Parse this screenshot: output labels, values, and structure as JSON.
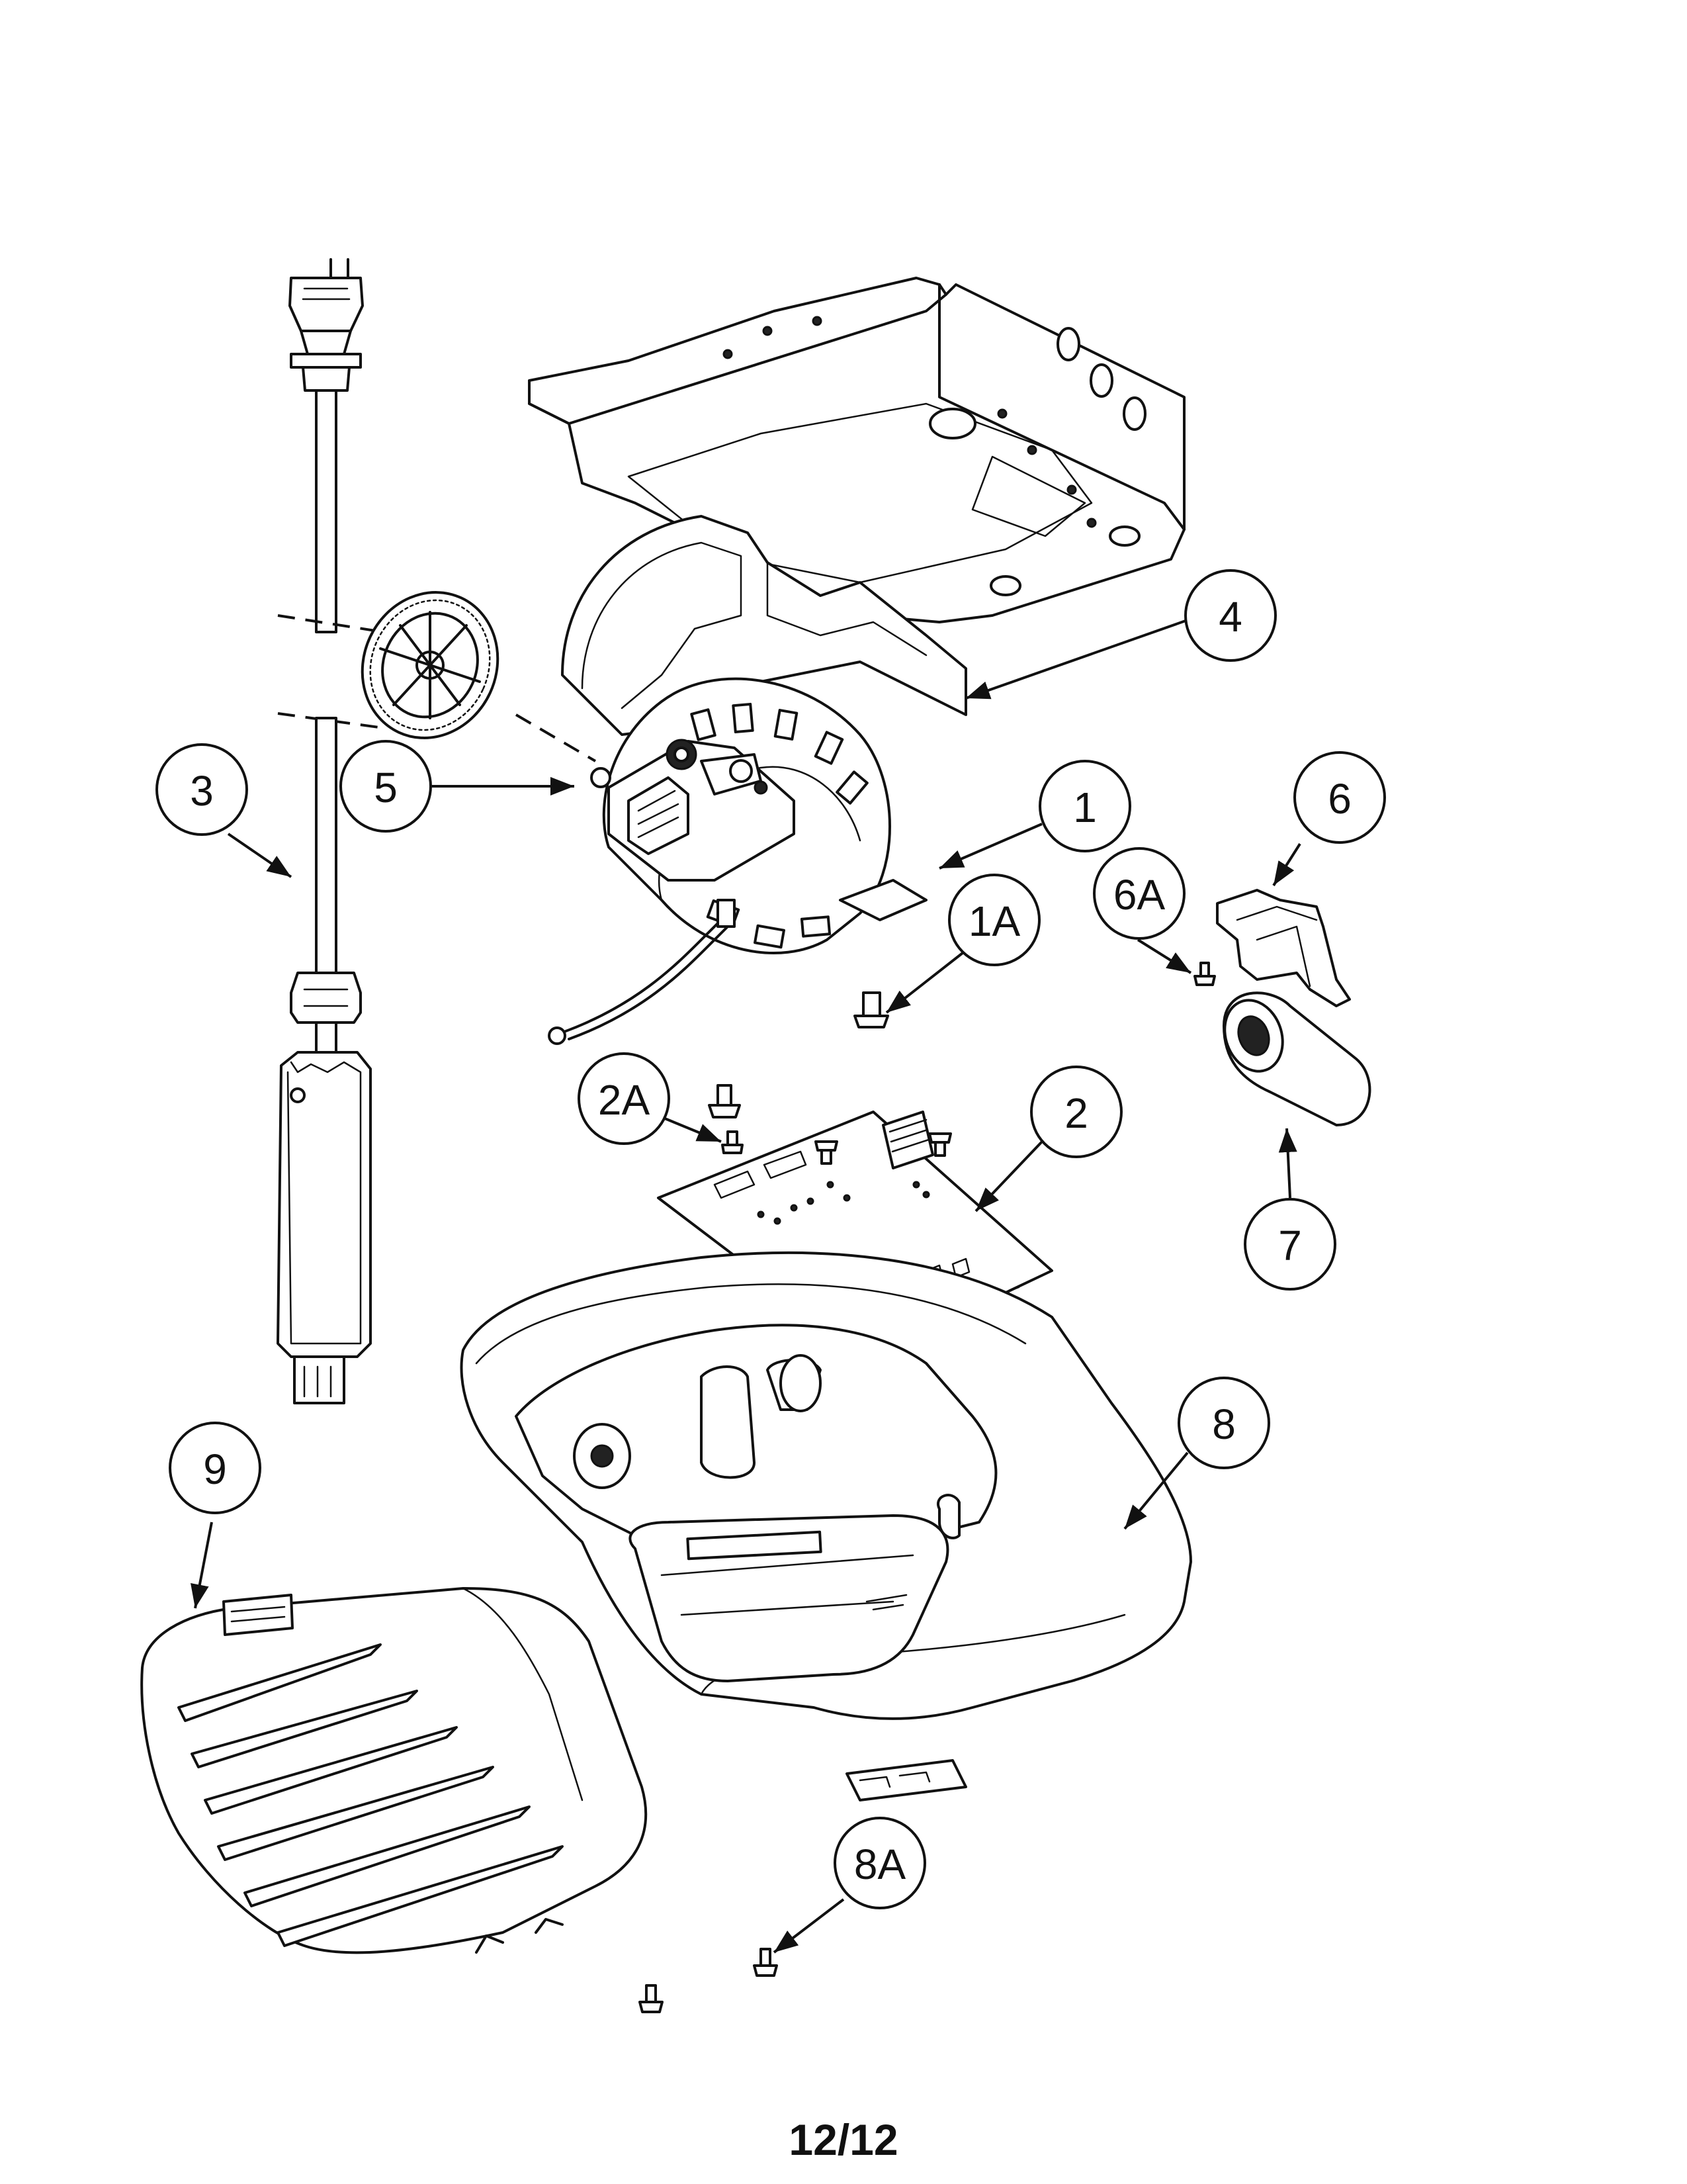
{
  "diagram": {
    "callouts": [
      {
        "id": "1",
        "label": "1"
      },
      {
        "id": "1A",
        "label": "1A"
      },
      {
        "id": "2",
        "label": "2"
      },
      {
        "id": "2A",
        "label": "2A"
      },
      {
        "id": "3",
        "label": "3"
      },
      {
        "id": "4",
        "label": "4"
      },
      {
        "id": "5",
        "label": "5"
      },
      {
        "id": "6",
        "label": "6"
      },
      {
        "id": "6A",
        "label": "6A"
      },
      {
        "id": "7",
        "label": "7"
      },
      {
        "id": "8",
        "label": "8"
      },
      {
        "id": "8A",
        "label": "8A"
      },
      {
        "id": "9",
        "label": "9"
      }
    ]
  },
  "page": {
    "number": "12/12"
  }
}
